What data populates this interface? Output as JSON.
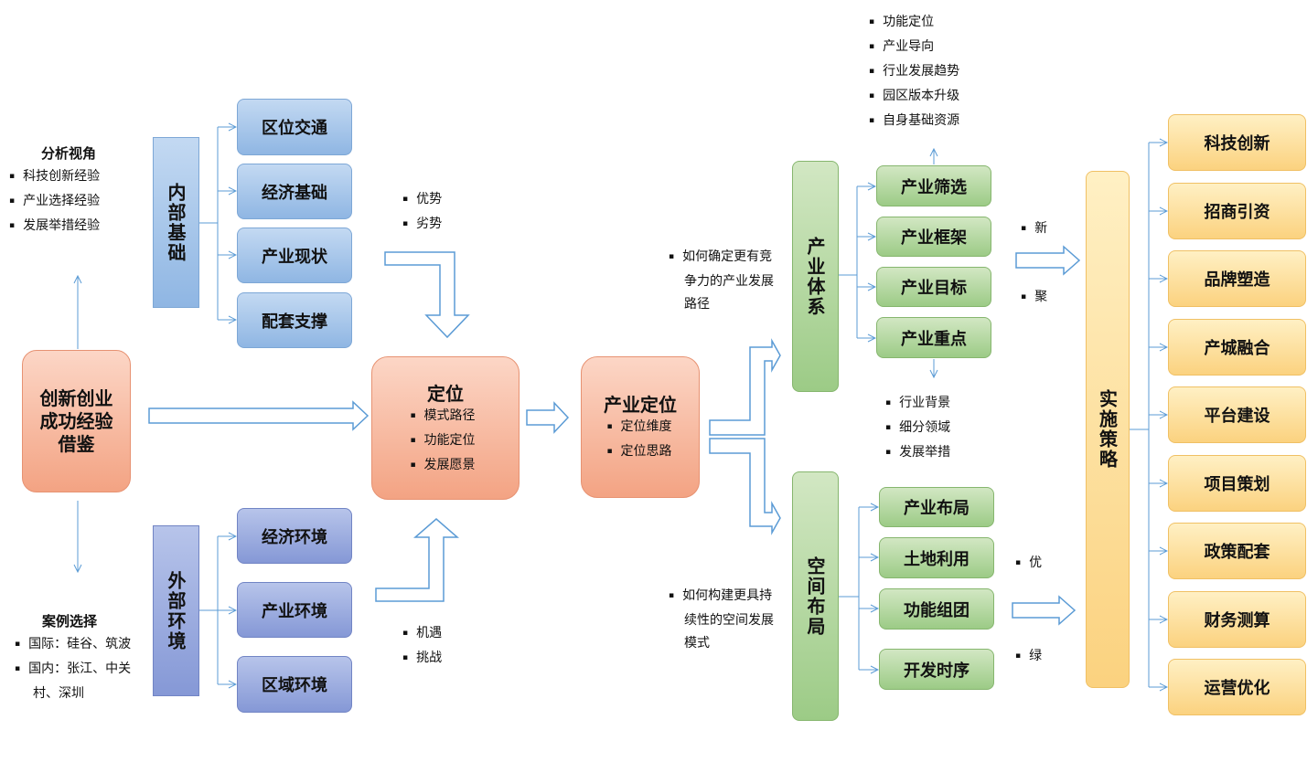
{
  "left": {
    "main": "创新创业成功经验借鉴",
    "analysis": {
      "title": "分析视角",
      "items": [
        "科技创新经验",
        "产业选择经验",
        "发展举措经验"
      ]
    },
    "cases": {
      "title": "案例选择",
      "items": [
        "国际：硅谷、筑波",
        "国内：张江、中关村、深圳"
      ]
    }
  },
  "internal": {
    "label": "内部基础",
    "items": [
      "区位交通",
      "经济基础",
      "产业现状",
      "配套支撑"
    ],
    "notes": [
      "优势",
      "劣势"
    ]
  },
  "external": {
    "label": "外部环境",
    "items": [
      "经济环境",
      "产业环境",
      "区域环境"
    ],
    "notes": [
      "机遇",
      "挑战"
    ]
  },
  "positioning": {
    "title": "定位",
    "items": [
      "模式路径",
      "功能定位",
      "发展愿景"
    ]
  },
  "industry_positioning": {
    "title": "产业定位",
    "items": [
      "定位维度",
      "定位思路"
    ]
  },
  "industry_system": {
    "label": "产业体系",
    "question": "如何确定更有竞争力的产业发展路径",
    "items": [
      "产业筛选",
      "产业框架",
      "产业目标",
      "产业重点"
    ],
    "top_notes": [
      "功能定位",
      "产业导向",
      "行业发展趋势",
      "园区版本升级",
      "自身基础资源"
    ],
    "bottom_notes": [
      "行业背景",
      "细分领域",
      "发展举措"
    ],
    "side_notes": [
      "新",
      "聚"
    ]
  },
  "spatial_layout": {
    "label": "空间布局",
    "question": "如何构建更具持续性的空间发展模式",
    "items": [
      "产业布局",
      "土地利用",
      "功能组团",
      "开发时序"
    ],
    "side_notes": [
      "优",
      "绿"
    ]
  },
  "strategy": {
    "label": "实施策略",
    "items": [
      "科技创新",
      "招商引资",
      "品牌塑造",
      "产城融合",
      "平台建设",
      "项目策划",
      "政策配套",
      "财务测算",
      "运营优化"
    ]
  },
  "colors": {
    "blue": "#8fb6e3",
    "indigo": "#8598d6",
    "green": "#9ccb86",
    "orange": "#f3a383",
    "yellow": "#fbd27f",
    "line": "#5b9bd5"
  }
}
